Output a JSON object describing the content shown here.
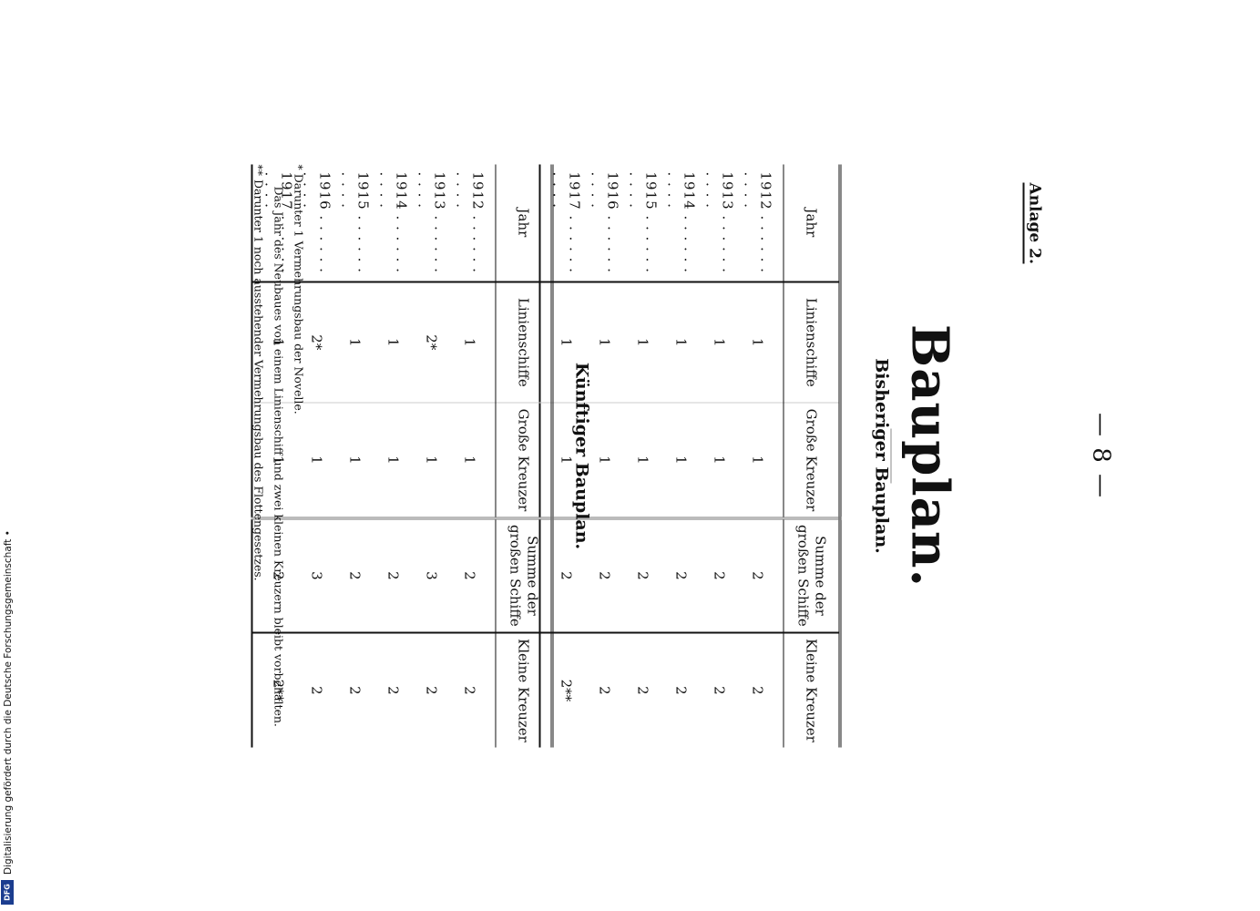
{
  "page_number": "— 8 —",
  "anlage": "Anlage 2.",
  "main_title": "Bauplan.",
  "sections": [
    {
      "title": "Bisheriger Bauplan.",
      "headers": [
        "Jahr",
        "Linienschiffe",
        "Große Kreuzer",
        "Summe der großen Schiffe",
        "Kleine Kreuzer"
      ],
      "rows": [
        {
          "jahr": "1912 . . . . . . . . . .",
          "lin": "1",
          "gr": "1",
          "sum": "2",
          "kl": "2"
        },
        {
          "jahr": "1913 . . . . . . . . . .",
          "lin": "1",
          "gr": "1",
          "sum": "2",
          "kl": "2"
        },
        {
          "jahr": "1914 . . . . . . . . . .",
          "lin": "1",
          "gr": "1",
          "sum": "2",
          "kl": "2"
        },
        {
          "jahr": "1915 . . . . . . . . . .",
          "lin": "1",
          "gr": "1",
          "sum": "2",
          "kl": "2"
        },
        {
          "jahr": "1916 . . . . . . . . . .",
          "lin": "1",
          "gr": "1",
          "sum": "2",
          "kl": "2"
        },
        {
          "jahr": "1917 . . . . . . . . . .",
          "lin": "1",
          "gr": "1",
          "sum": "2",
          "kl": "2**"
        }
      ]
    },
    {
      "title": "Künftiger Bauplan.",
      "headers": [
        "Jahr",
        "Linienschiffe",
        "Große Kreuzer",
        "Summe der großen Schiffe",
        "Kleine Kreuzer"
      ],
      "rows": [
        {
          "jahr": "1912 . . . . . . . . . .",
          "lin": "1",
          "gr": "1",
          "sum": "2",
          "kl": "2"
        },
        {
          "jahr": "1913 . . . . . . . . . .",
          "lin": "2*",
          "gr": "1",
          "sum": "3",
          "kl": "2"
        },
        {
          "jahr": "1914 . . . . . . . . . .",
          "lin": "1",
          "gr": "1",
          "sum": "2",
          "kl": "2"
        },
        {
          "jahr": "1915 . . . . . . . . . .",
          "lin": "1",
          "gr": "1",
          "sum": "2",
          "kl": "2"
        },
        {
          "jahr": "1916 . . . . . . . . . .",
          "lin": "2*",
          "gr": "1",
          "sum": "3",
          "kl": "2"
        },
        {
          "jahr": "1917 . . . . . . . . . .",
          "lin": "1",
          "gr": "1",
          "sum": "2",
          "kl": "2**"
        }
      ]
    }
  ],
  "footnotes": {
    "fn1": "* Darunter 1 Vermehrungsbau der Novelle.",
    "fn1b": "Das Jahr des Neubaues von einem Linienschiff und zwei kleinen Kreuzern bleibt vorbehalten.",
    "fn2": "** Darunter 1 noch ausstehender Vermehrungsbau des Flottengesetzes."
  },
  "sidebar": {
    "text": "Digitalisierung gefördert durch die Deutsche Forschungsgemeinschaft •",
    "logo": "DFG",
    "logo_color": "#1b3d8f"
  }
}
